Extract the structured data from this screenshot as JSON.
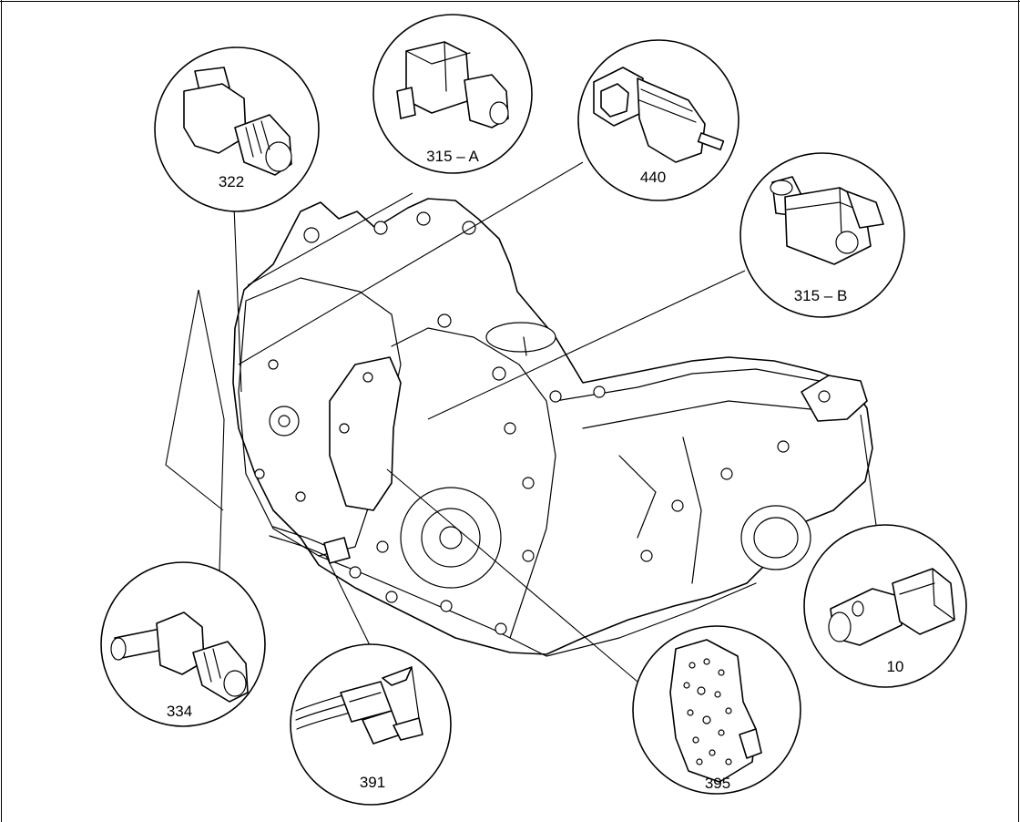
{
  "callouts": [
    {
      "id": "322",
      "label": "322"
    },
    {
      "id": "315a",
      "label": "315 – A"
    },
    {
      "id": "440",
      "label": "440"
    },
    {
      "id": "315b",
      "label": "315 – B"
    },
    {
      "id": "10",
      "label": "10"
    },
    {
      "id": "334",
      "label": "334"
    },
    {
      "id": "391",
      "label": "391"
    },
    {
      "id": "395",
      "label": "395"
    }
  ]
}
